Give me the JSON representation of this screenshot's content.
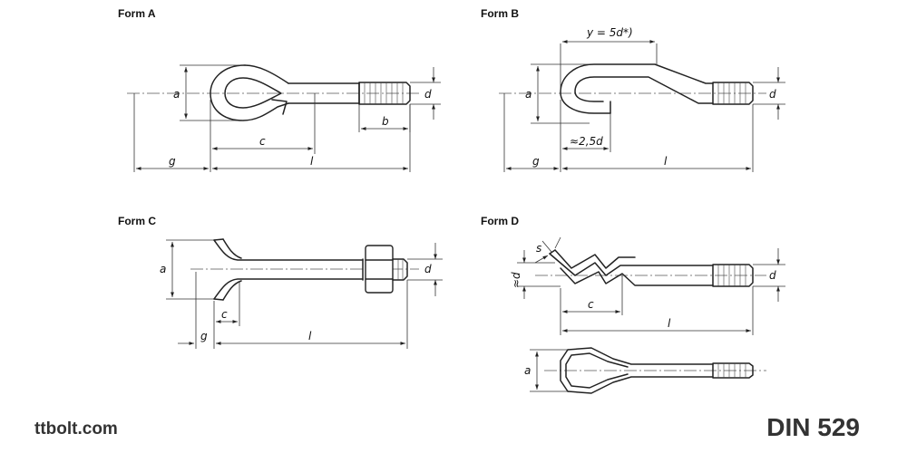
{
  "forms": {
    "a": {
      "title": "Form A",
      "dims": {
        "a": "a",
        "d": "d",
        "b": "b",
        "c": "c",
        "g": "g",
        "l": "l"
      }
    },
    "b": {
      "title": "Form B",
      "dims": {
        "y": "y = 5d*)",
        "a": "a",
        "d": "d",
        "bend": "≈2,5d",
        "g": "g",
        "l": "l"
      }
    },
    "c": {
      "title": "Form C",
      "dims": {
        "a": "a",
        "d": "d",
        "c": "c",
        "g": "g",
        "l": "l"
      }
    },
    "d": {
      "title": "Form D",
      "dims": {
        "s": "s",
        "approx_d": "≈d",
        "d": "d",
        "c": "c",
        "l": "l",
        "a": "a"
      }
    }
  },
  "footer": {
    "site": "ttbolt.com",
    "standard": "DIN 529"
  }
}
